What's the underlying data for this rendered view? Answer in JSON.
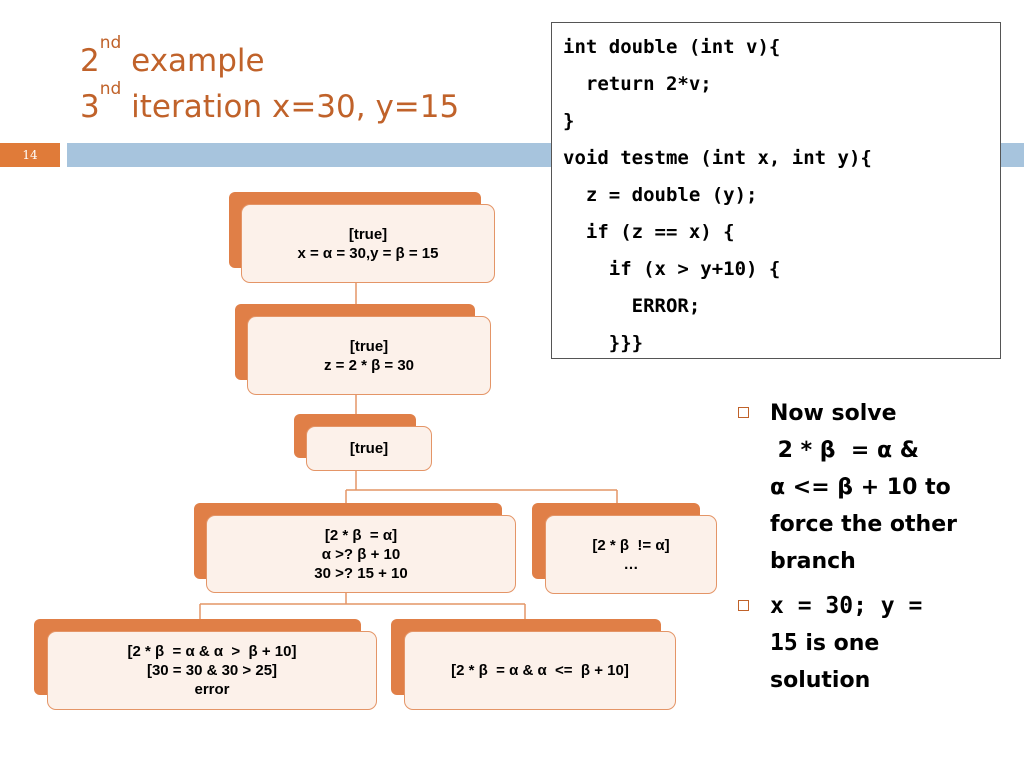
{
  "slide": {
    "title_line1": {
      "base": "2",
      "sup": "nd",
      "rest": " example"
    },
    "title_line2": {
      "base": "3",
      "sup": "nd",
      "rest": " iteration x=30, y=15"
    },
    "page_number": "14"
  },
  "code": {
    "lines": [
      "int double (int v){",
      "  return 2*v;",
      "}",
      "void testme (int x, int y){",
      "  z = double (y);",
      "  if (z == x) {",
      "    if (x > y+10) {",
      "      ERROR;",
      "    }}}"
    ]
  },
  "tree": {
    "node1": {
      "line1": "[true]",
      "line2": "x = α = 30,y = β = 15"
    },
    "node2": {
      "line1": "[true]",
      "line2": "z = 2 * β = 30"
    },
    "node3": {
      "line1": "[true]"
    },
    "node4": {
      "line1": "[2 * β  = α]",
      "line2": "α >? β + 10",
      "line3": "30 >? 15 + 10"
    },
    "node5": {
      "line1": "[2 * β  != α]",
      "line2": "…"
    },
    "node6": {
      "line1": "[2 * β  = α & α  >  β + 10]",
      "line2": "[30 = 30 & 30 > 25]",
      "line3": "error"
    },
    "node7": {
      "line1": "[2 * β  = α & α  <=  β + 10]"
    }
  },
  "bullets": {
    "b1": {
      "l1": "Now solve",
      "l2": " 2 * β  = α &",
      "l3": "α  <=  β + 10 to",
      "l4": "force the other",
      "l5": "branch"
    },
    "b2": {
      "code1": "x = 30; y =",
      "code2": "15",
      "text2": " is one",
      "l3": "solution"
    }
  },
  "colors": {
    "accent": "#e07b39",
    "title": "#c0622a",
    "bar": "#a7c4dd",
    "node_fill": "#fcf1ea"
  }
}
